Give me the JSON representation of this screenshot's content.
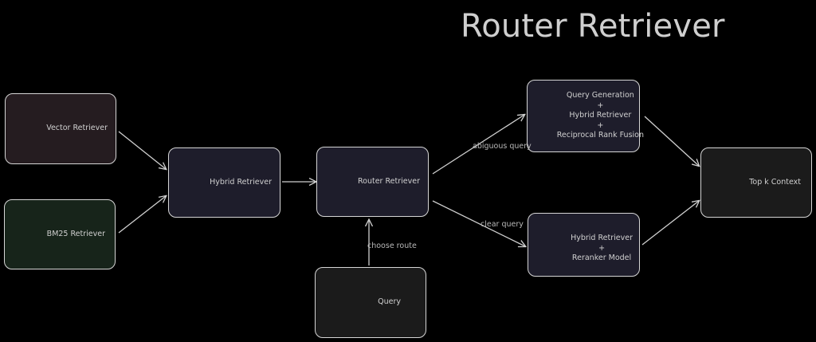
{
  "diagram": {
    "title": "Router Retriever",
    "nodes": {
      "vector_retriever": "Vector Retriever",
      "bm25_retriever": "BM25 Retriever",
      "hybrid_retriever": "Hybrid Retriever",
      "router_retriever": "Router Retriever",
      "query": "Query",
      "fusion_branch": [
        "Query Generation",
        "+",
        "Hybrid Retriever",
        "+",
        "Reciprocal Rank Fusion"
      ],
      "rerank_branch": [
        "Hybrid Retriever",
        "+",
        "Reranker Model"
      ],
      "top_k_context": "Top k Context"
    },
    "edge_labels": {
      "ambiguous": "abiguous query",
      "clear": "clear query",
      "choose_route": "choose route"
    },
    "colors": {
      "background": "#000000",
      "node_border": "#d6d6d6",
      "text": "#d0d0d0",
      "arrow": "#d0d0d0",
      "vector_fill": "#251c20",
      "bm25_fill": "#17241a",
      "hybrid_fill": "#1e1d2b",
      "router_fill": "#1e1d2b",
      "query_fill": "#1b1b1b",
      "fusion_fill": "#1e1d2b",
      "rerank_fill": "#1e1d2b",
      "topk_fill": "#1b1b1b"
    }
  }
}
